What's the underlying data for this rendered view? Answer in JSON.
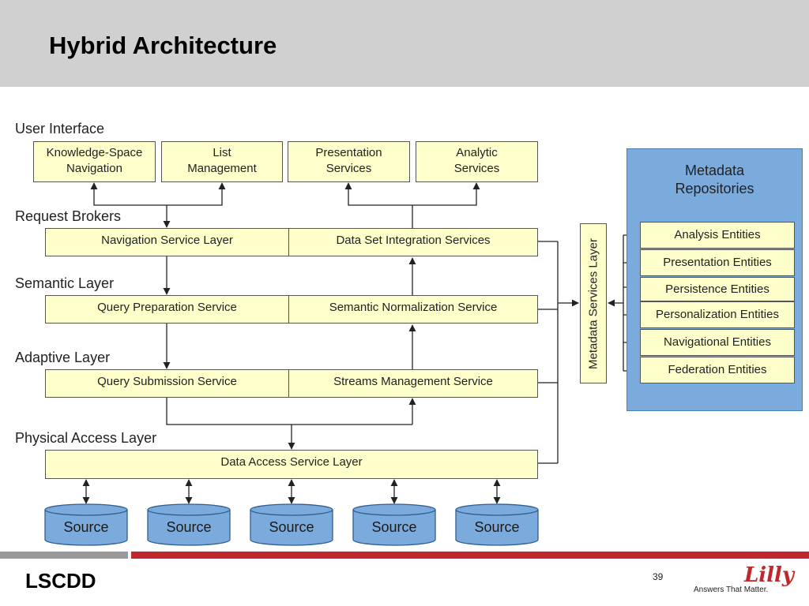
{
  "slide": {
    "title": "Hybrid Architecture",
    "page_number": "39",
    "footer_left": "LSCDD",
    "brand": {
      "logo_text": "Lilly",
      "tagline": "Answers That Matter."
    }
  },
  "layers": {
    "user_interface": "User Interface",
    "request_brokers": "Request Brokers",
    "semantic": "Semantic Layer",
    "adaptive": "Adaptive Layer",
    "physical": "Physical Access Layer"
  },
  "ui_components": [
    {
      "label": "Knowledge-Space\nNavigation"
    },
    {
      "label": "List\nManagement"
    },
    {
      "label": "Presentation\nServices"
    },
    {
      "label": "Analytic\nServices"
    }
  ],
  "services": {
    "request_brokers": {
      "left": "Navigation Service Layer",
      "right": "Data Set Integration Services"
    },
    "semantic": {
      "left": "Query Preparation Service",
      "right": "Semantic Normalization Service"
    },
    "adaptive": {
      "left": "Query Submission Service",
      "right": "Streams Management Service"
    },
    "physical": {
      "label": "Data Access Service Layer"
    }
  },
  "metadata": {
    "layer_label": "Metadata Services Layer",
    "repositories_title": "Metadata\nRepositories",
    "entities": [
      "Analysis Entities",
      "Presentation Entities",
      "Persistence Entities",
      "Personalization Entities",
      "Navigational Entities",
      "Federation Entities"
    ]
  },
  "sources": [
    "Source",
    "Source",
    "Source",
    "Source",
    "Source"
  ],
  "colors": {
    "header_bg": "#d0d0d0",
    "box_fill": "#ffffcc",
    "metadata_panel": "#7aabdc",
    "source_fill": "#7aabdc",
    "accent_red": "#c0282d"
  }
}
